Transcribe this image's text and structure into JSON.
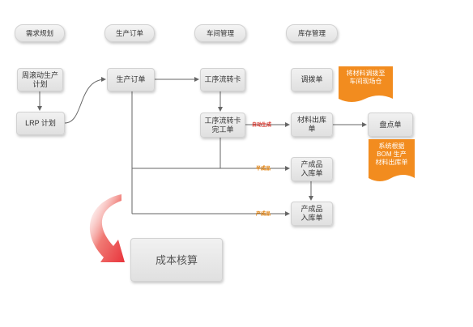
{
  "headers": [
    "需求规划",
    "生产订单",
    "车间管理",
    "库存管理"
  ],
  "nodes": {
    "rolling_plan": "周滚动生产\n计划",
    "lrp": "LRP 计划",
    "production_order": "生产订单",
    "work_card": "工序流转卡",
    "work_card_done": "工序流转卡\n完工单",
    "transfer": "调拨单",
    "material_out": "材料出库单",
    "inventory_count": "盘点单",
    "semi_in": "产成品\n入库单",
    "product_in": "产成品\n入库单",
    "costing": "成本核算"
  },
  "notes": {
    "transfer_note": "将材料调拨至\n车间现场仓",
    "bom_note": "系统根据\nBOM 生产\n材料出库单"
  },
  "edge_labels": {
    "auto_generate": "自动生成",
    "semi_product": "半成品",
    "finished_product": "产成品"
  },
  "colors": {
    "box_fill": "#e6e6e6",
    "note_orange": "#f28c1f",
    "arrow": "#666666",
    "accent_red": "#e8453c"
  }
}
